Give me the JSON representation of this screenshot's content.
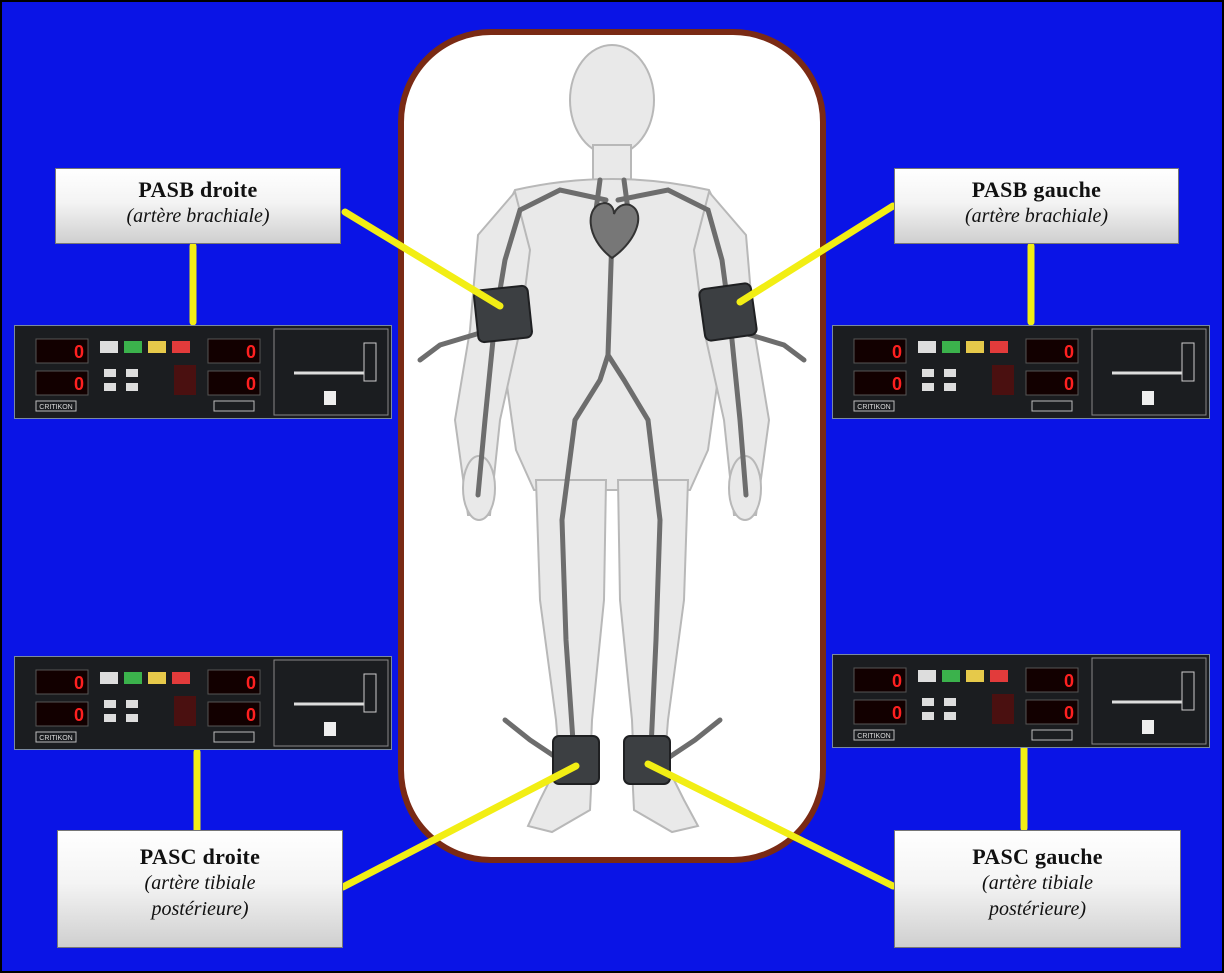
{
  "labels": {
    "upper_right_body": {
      "title": "PASB droite",
      "sub": "(artère brachiale)"
    },
    "upper_left_body": {
      "title": "PASB gauche",
      "sub": "(artère brachiale)"
    },
    "lower_right_body": {
      "title": "PASC droite",
      "sub_line1": "(artère tibiale",
      "sub_line2": "postérieure)"
    },
    "lower_left_body": {
      "title": "PASC gauche",
      "sub_line1": "(artère tibiale",
      "sub_line2": "postérieure)"
    }
  },
  "monitor": {
    "display_values": [
      "0",
      "0",
      "0",
      "0"
    ],
    "brand": "CRITIKON"
  },
  "colors": {
    "background": "#0a14e6",
    "connector": "#f2ee14",
    "frame_border": "#7a2a14",
    "cuff": "#3c3f42",
    "artery": "#6d6d6d"
  },
  "icons": {
    "heart": "heart-icon",
    "cuff": "blood-pressure-cuff-icon",
    "monitor": "blood-pressure-monitor-icon"
  }
}
